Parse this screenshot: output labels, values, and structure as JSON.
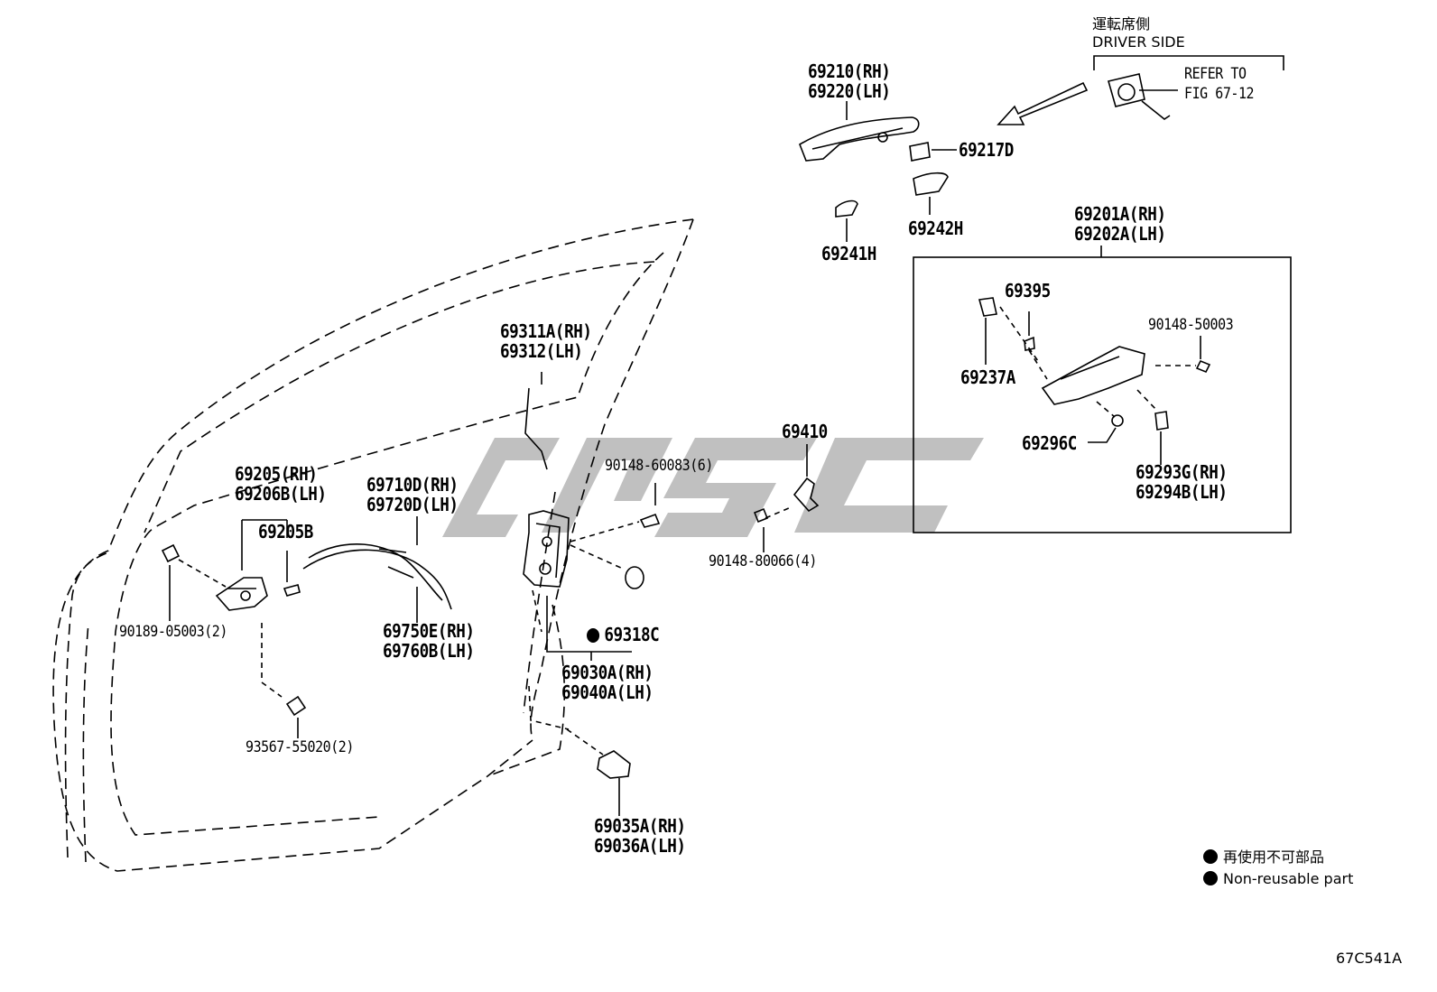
{
  "driver_side": {
    "jp": "運転席側",
    "en": "DRIVER SIDE"
  },
  "refer": {
    "line1": "REFER TO",
    "line2": "FIG 67-12"
  },
  "parts": {
    "p69210": "69210(RH)",
    "p69220": "69220(LH)",
    "p69217D": "69217D",
    "p69241H": "69241H",
    "p69242H": "69242H",
    "p69201A": "69201A(RH)",
    "p69202A": "69202A(LH)",
    "p69395": "69395",
    "p9014850003": "90148-50003",
    "p69237A": "69237A",
    "p69296C": "69296C",
    "p69293G": "69293G(RH)",
    "p69294B": "69294B(LH)",
    "p69311A": "69311A(RH)",
    "p69312": "69312(LH)",
    "p69410": "69410",
    "p9014860083": "90148-60083(6)",
    "p9014880066": "90148-80066(4)",
    "p69205": "69205(RH)",
    "p69206B": "69206B(LH)",
    "p69205B": "69205B",
    "p69710D": "69710D(RH)",
    "p69720D": "69720D(LH)",
    "p9018905003": "90189-05003(2)",
    "p69750E": "69750E(RH)",
    "p69760B": "69760B(LH)",
    "p69318C": "69318C",
    "p69030A": "69030A(RH)",
    "p69040A": "69040A(LH)",
    "p9356755020": "93567-55020(2)",
    "p69035A": "69035A(RH)",
    "p69036A": "69036A(LH)"
  },
  "legend": {
    "jp": "再使用不可部品",
    "en": "Non-reusable part"
  },
  "figure_code": "67C541A",
  "colors": {
    "line": "#000000",
    "watermark": "#bdbdbd"
  }
}
